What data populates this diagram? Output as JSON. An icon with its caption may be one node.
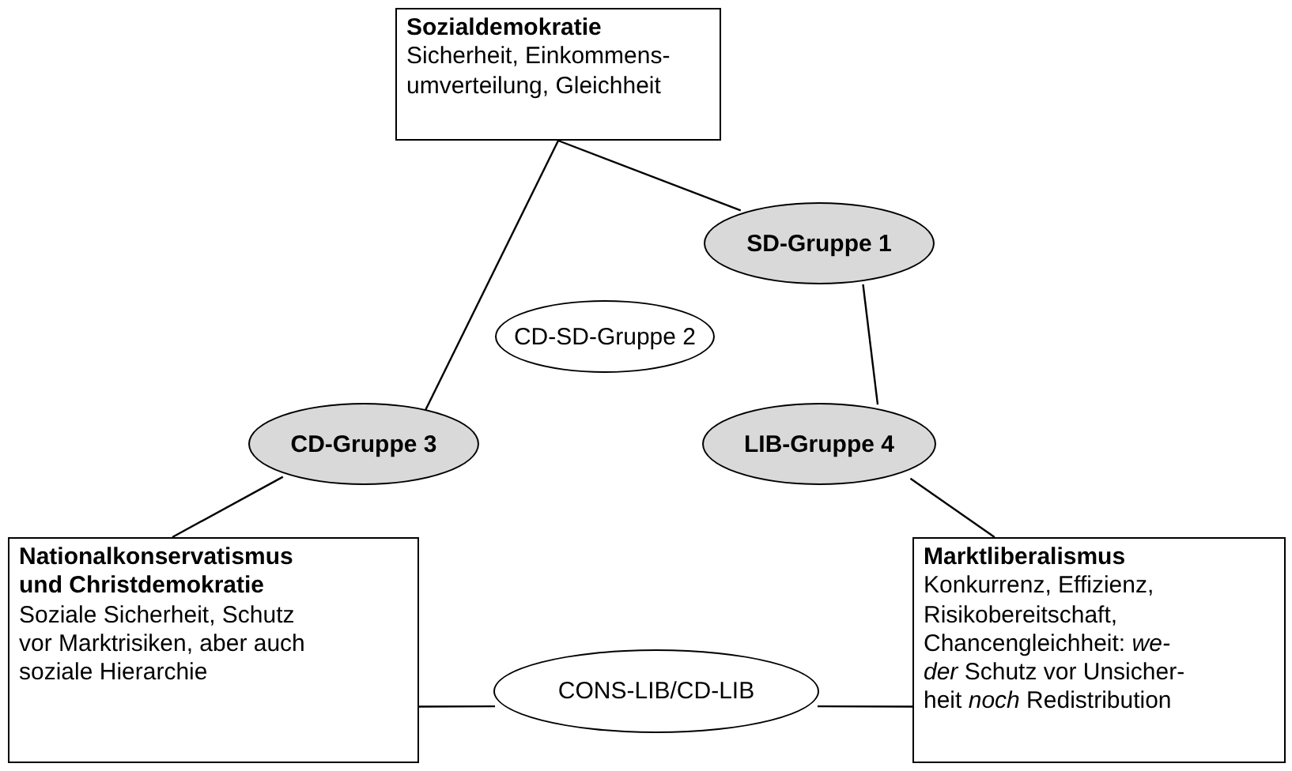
{
  "diagram": {
    "nodes": [
      {
        "text": [
          "Sozialdemokratie",
          "Sicherheit, Einkommens-umverteilung, Gleichheit"
        ]
      },
      {
        "text": [
          "SD-Gruppe 1"
        ]
      },
      {
        "text": [
          "CD-SD-Gruppe 2"
        ]
      },
      {
        "text": [
          "CD-Gruppe 3"
        ]
      },
      {
        "text": [
          "LIB-Gruppe 4"
        ]
      },
      {
        "text": [
          "Nationalkonservatismus und Christdemokratie",
          "Soziale Sicherheit, Schutz vor Marktrisiken, aber auch soziale Hierarchie"
        ]
      },
      {
        "text": [
          "CONS-LIB/CD-LIB"
        ]
      },
      {
        "text": [
          "Marktliberalismus",
          "Konkurrenz, Effizienz, Risikobereitschaft, Chancengleichheit: *we-der* Schutz vor Unsicher-heit *noch* Redistribution"
        ]
      }
    ],
    "edges": [
      {
        "from": 0,
        "to": 3,
        "arrow": "none"
      },
      {
        "from": 3,
        "to": 5,
        "arrow": "none"
      },
      {
        "from": 0,
        "to": 1,
        "arrow": "none"
      },
      {
        "from": 1,
        "to": 4,
        "arrow": "none"
      },
      {
        "from": 4,
        "to": 7,
        "arrow": "none"
      },
      {
        "from": 5,
        "to": 6,
        "arrow": "none"
      },
      {
        "from": 6,
        "to": 7,
        "arrow": "none"
      }
    ]
  }
}
